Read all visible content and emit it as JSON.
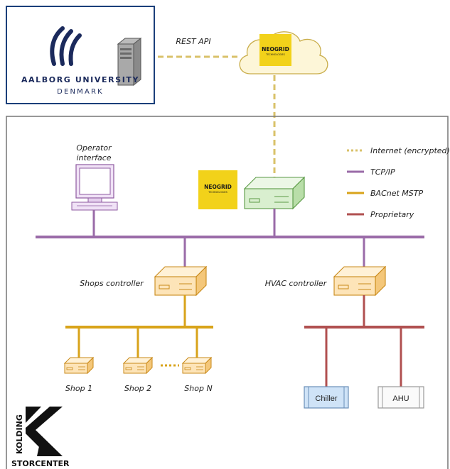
{
  "university": {
    "name": "AALBORG UNIVERSITY",
    "country": "DENMARK"
  },
  "links": {
    "rest_api": "REST API"
  },
  "neogrid": {
    "brand": "NEOGRID",
    "tagline": "TECHNOLOGIES"
  },
  "legend": {
    "items": [
      {
        "label": "Internet (encrypted)",
        "color": "#d9c26a",
        "style": "dotted"
      },
      {
        "label": "TCP/IP",
        "color": "#9a6ba8",
        "style": "solid"
      },
      {
        "label": "BACnet MSTP",
        "color": "#d8a31a",
        "style": "solid"
      },
      {
        "label": "Proprietary",
        "color": "#b05050",
        "style": "solid"
      }
    ]
  },
  "nodes": {
    "operator": {
      "line1": "Operator",
      "line2": "interface"
    },
    "shops_controller": "Shops controller",
    "hvac_controller": "HVAC controller",
    "shop1": "Shop 1",
    "shop2": "Shop 2",
    "shopN": "Shop N",
    "chiller": "Chiller",
    "ahu": "AHU"
  },
  "kolding": {
    "vertical": "KOLDING",
    "bottom": "STORCENTER"
  },
  "colors": {
    "tcpip": "#9a6ba8",
    "bacnet": "#d8a31a",
    "proprietary": "#b05050",
    "internet": "#d9c26a",
    "device_orange_fill": "#fde4b8",
    "device_orange_stroke": "#c98a1a",
    "device_green_fill": "#d9efcf",
    "device_green_stroke": "#5a9a45",
    "neogrid_yellow": "#f2d21a",
    "aau_blue": "#1b2a5c"
  }
}
